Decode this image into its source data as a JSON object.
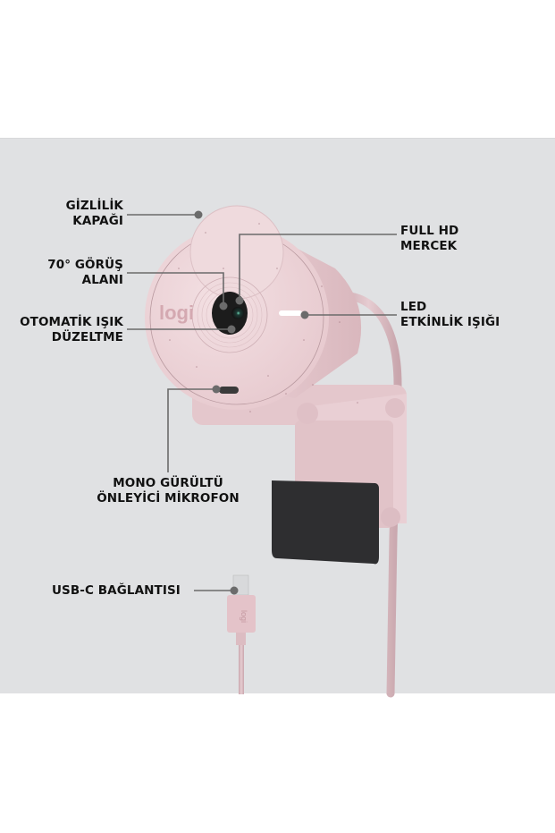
{
  "product": {
    "brand_logo_text": "logi",
    "body_color": "#ecd4d8",
    "background_color": "#e0e1e3",
    "callout_line_color": "#6b6b6b",
    "clip_color": "#2e2e30"
  },
  "callouts": {
    "privacy_cover": {
      "line1": "GİZLİLİK",
      "line2": "KAPAĞI"
    },
    "field_of_view": {
      "line1": "70° GÖRÜŞ",
      "line2": "ALANI"
    },
    "auto_light": {
      "line1": "OTOMATİK IŞIK",
      "line2": "DÜZELTME"
    },
    "full_hd_lens": {
      "line1": "FULL HD",
      "line2": "MERCEK"
    },
    "led_light": {
      "line1": "LED",
      "line2": "ETKİNLİK IŞIĞI"
    },
    "microphone": {
      "line1": "MONO GÜRÜLTÜ",
      "line2": "ÖNLEYİCİ MİKROFON"
    },
    "usb_c": {
      "line1": "USB-C BAĞLANTISI"
    }
  }
}
